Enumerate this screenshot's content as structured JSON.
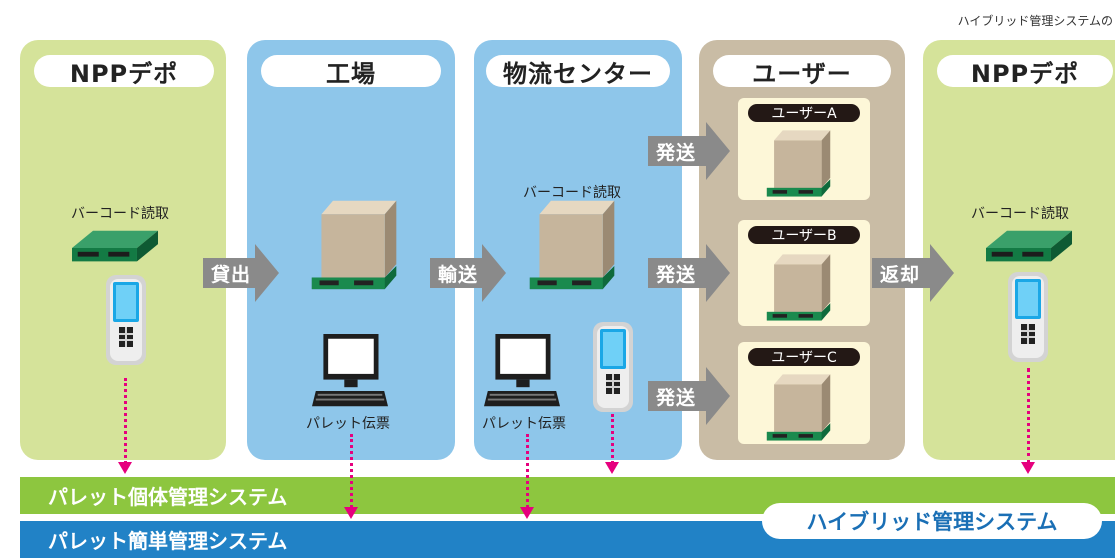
{
  "caption": "ハイブリッド管理システムの",
  "columns": {
    "npp1": "NPPデポ",
    "factory": "工場",
    "logistics": "物流センター",
    "user": "ユーザー",
    "npp2": "NPPデポ"
  },
  "labels": {
    "barcode": "バーコード読取",
    "slip": "パレット伝票"
  },
  "arrows": {
    "lend": "貸出",
    "transport": "輸送",
    "ship": "発送",
    "return": "返却"
  },
  "users": [
    "ユーザーA",
    "ユーザーB",
    "ユーザーC"
  ],
  "bands": {
    "individual": "パレット個体管理システム",
    "simple": "パレット簡単管理システム",
    "hybrid": "ハイブリッド管理システム"
  },
  "colors": {
    "depot": "#d5e39a",
    "factory": "#8ec6ea",
    "user_area": "#c9bca5",
    "user_card": "#fdf7d8",
    "arrow": "#8a8a8a",
    "band_green": "#8dc63f",
    "band_blue": "#2182c6",
    "dotted_line": "#e6007e"
  }
}
